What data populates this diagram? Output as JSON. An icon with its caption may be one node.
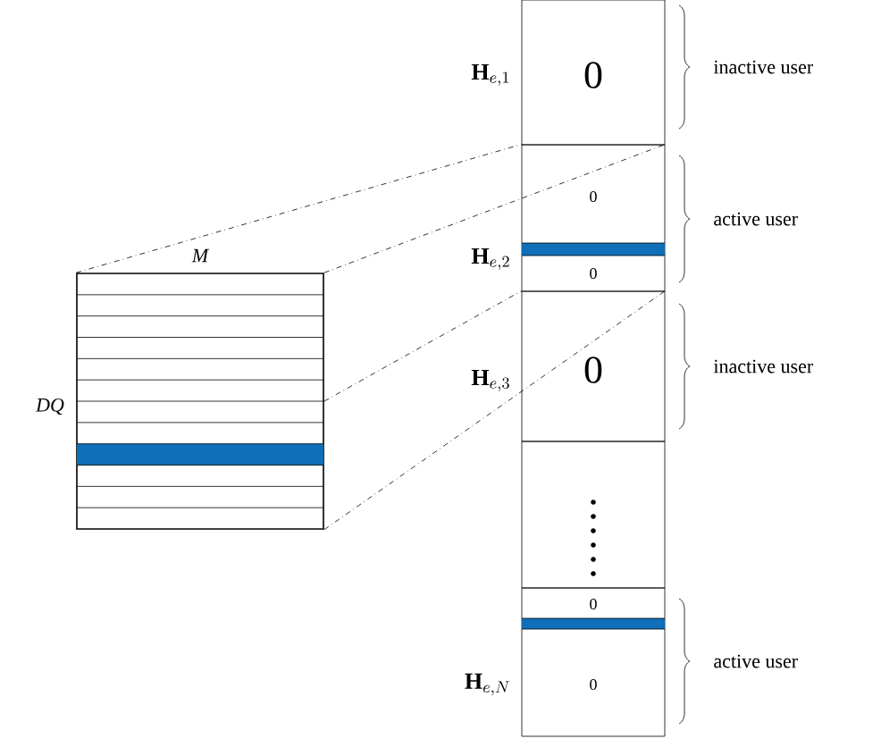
{
  "diagram": {
    "nodes": [
      {
        "text": [],
        "shape": "box",
        "beside": [
          "M",
          "DQ"
        ]
      },
      {
        "text": [
          "0"
        ],
        "beside": [
          "\\mathbf{H}_{e,1}",
          "inactive user"
        ]
      },
      {
        "text": [
          "0",
          "0"
        ],
        "beside": [
          "\\mathbf{H}_{e,2}",
          "active user"
        ]
      },
      {
        "text": [
          "0"
        ],
        "beside": [
          "\\mathbf{H}_{e,3}",
          "inactive user"
        ]
      },
      {
        "text": [],
        "shape": "box"
      },
      {
        "text": [
          "0",
          "0"
        ],
        "beside": [
          "\\mathbf{H}_{e,N}",
          "active user"
        ]
      }
    ],
    "edges": [
      {
        "from": 0,
        "to": 2,
        "arrow": "none",
        "style": "dashed"
      },
      {
        "from": 0,
        "to": 2,
        "arrow": "none",
        "style": "dashed"
      },
      {
        "from": 0,
        "to": 3,
        "arrow": "none",
        "style": "dashed"
      },
      {
        "from": 0,
        "to": 3,
        "arrow": "none",
        "style": "dashed"
      }
    ]
  }
}
